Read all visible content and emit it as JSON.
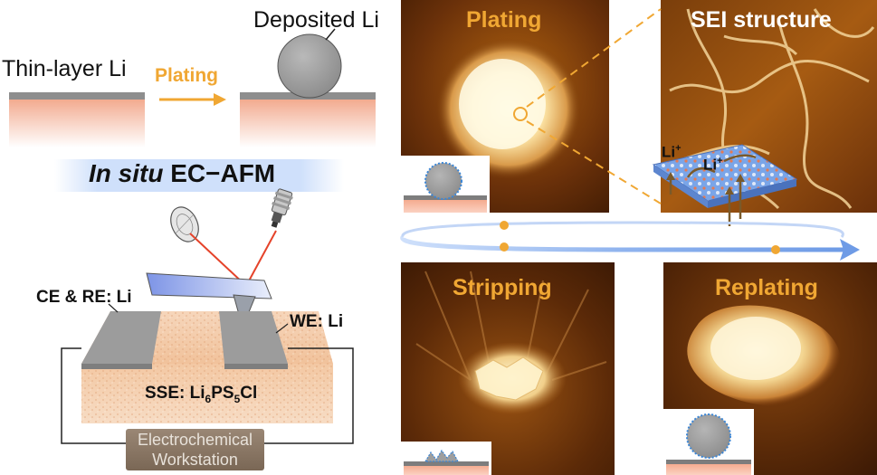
{
  "left": {
    "thin_layer_label": "Thin-layer Li",
    "deposited_label": "Deposited Li",
    "plating_arrow_label": "Plating",
    "insitu_italic": "In situ",
    "insitu_rest": "EC−AFM",
    "ce_re_label": "CE & RE: Li",
    "we_label": "WE: Li",
    "sse_prefix": "SSE: Li",
    "sse_sub1": "6",
    "sse_mid": "PS",
    "sse_sub2": "5",
    "sse_suffix": "Cl",
    "workstation_line1": "Electrochemical",
    "workstation_line2": "Workstation"
  },
  "panels": {
    "plating": "Plating",
    "sei": "SEI structure",
    "stripping": "Stripping",
    "replating": "Replating",
    "li_ion_1": "Li",
    "li_ion_2": "Li",
    "plus": "+"
  },
  "colors": {
    "accent_orange": "#f0a733",
    "substrate_pink": "#f4b8a0",
    "li_gray": "#9a9a9a",
    "workstation_brown": "#8a7664",
    "flow_blue": "#7fa9ea",
    "afm_dark": "#3d1a03"
  }
}
